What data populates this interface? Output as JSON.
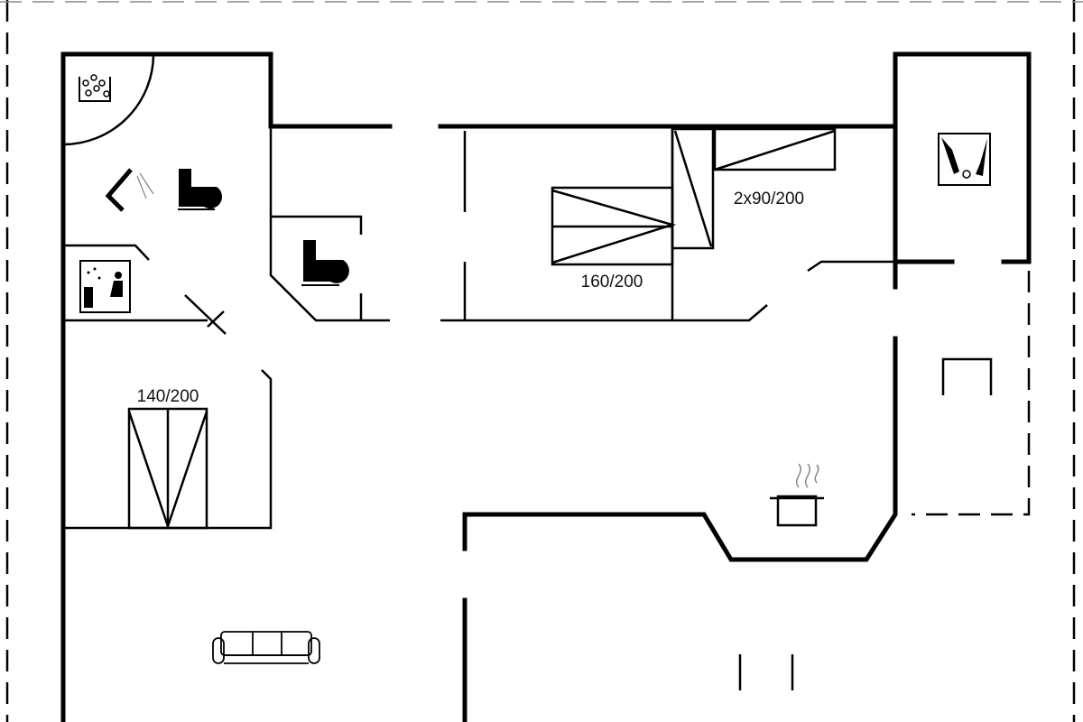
{
  "labels": {
    "bed_1": "140/200",
    "bed_2": "160/200",
    "bed_3": "2x90/200"
  },
  "icons": [
    "whirlpool-icon",
    "shower-icon",
    "toilet-icon",
    "sauna-icon",
    "washing-machine-icon",
    "cooking-pot-icon",
    "sofa-icon"
  ]
}
